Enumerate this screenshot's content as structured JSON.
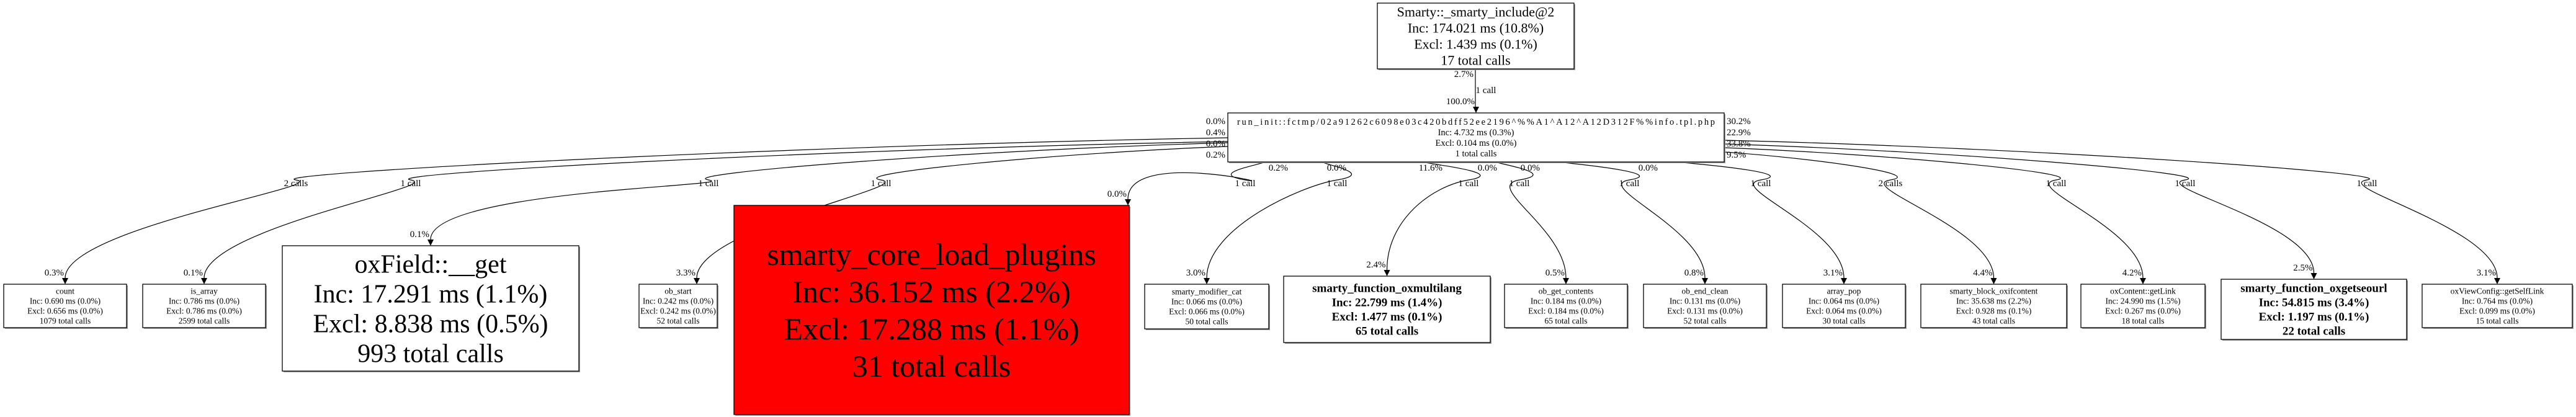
{
  "graph": {
    "nodes": [
      {
        "id": "smarty_include",
        "name": "Smarty::_smarty_include@2",
        "inc": "Inc: 174.021 ms (10.8%)",
        "excl": "Excl: 1.439 ms (0.1%)",
        "calls": "17 total calls"
      },
      {
        "id": "run_init",
        "name": "run_init::fctmp/02a91262c6098e03c420bdff52ee2196^%%A1^A12^A12D312F%%info.tpl.php",
        "inc": "Inc: 4.732 ms (0.3%)",
        "excl": "Excl: 0.104 ms (0.0%)",
        "calls": "1 total calls"
      },
      {
        "id": "count",
        "name": "count",
        "inc": "Inc: 0.690 ms (0.0%)",
        "excl": "Excl: 0.656 ms (0.0%)",
        "calls": "1079 total calls"
      },
      {
        "id": "is_array",
        "name": "is_array",
        "inc": "Inc: 0.786 ms (0.0%)",
        "excl": "Excl: 0.786 ms (0.0%)",
        "calls": "2599 total calls"
      },
      {
        "id": "oxfield_get",
        "name": "oxField::__get",
        "inc": "Inc: 17.291 ms (1.1%)",
        "excl": "Excl: 8.838 ms (0.5%)",
        "calls": "993 total calls"
      },
      {
        "id": "ob_start",
        "name": "ob_start",
        "inc": "Inc: 0.242 ms (0.0%)",
        "excl": "Excl: 0.242 ms (0.0%)",
        "calls": "52 total calls"
      },
      {
        "id": "load_plugins",
        "name": "smarty_core_load_plugins",
        "inc": "Inc: 36.152 ms (2.2%)",
        "excl": "Excl: 17.288 ms (1.1%)",
        "calls": "31 total calls"
      },
      {
        "id": "modifier_cat",
        "name": "smarty_modifier_cat",
        "inc": "Inc: 0.066 ms (0.0%)",
        "excl": "Excl: 0.066 ms (0.0%)",
        "calls": "50 total calls"
      },
      {
        "id": "oxmultilang",
        "name": "smarty_function_oxmultilang",
        "inc": "Inc: 22.799 ms (1.4%)",
        "excl": "Excl: 1.477 ms (0.1%)",
        "calls": "65 total calls"
      },
      {
        "id": "ob_get_contents",
        "name": "ob_get_contents",
        "inc": "Inc: 0.184 ms (0.0%)",
        "excl": "Excl: 0.184 ms (0.0%)",
        "calls": "65 total calls"
      },
      {
        "id": "ob_end_clean",
        "name": "ob_end_clean",
        "inc": "Inc: 0.131 ms (0.0%)",
        "excl": "Excl: 0.131 ms (0.0%)",
        "calls": "52 total calls"
      },
      {
        "id": "array_pop",
        "name": "array_pop",
        "inc": "Inc: 0.064 ms (0.0%)",
        "excl": "Excl: 0.064 ms (0.0%)",
        "calls": "30 total calls"
      },
      {
        "id": "oxifcontent",
        "name": "smarty_block_oxifcontent",
        "inc": "Inc: 35.638 ms (2.2%)",
        "excl": "Excl: 0.928 ms (0.1%)",
        "calls": "43 total calls"
      },
      {
        "id": "getlink",
        "name": "oxContent::getLink",
        "inc": "Inc: 24.990 ms (1.5%)",
        "excl": "Excl: 0.267 ms (0.0%)",
        "calls": "18 total calls"
      },
      {
        "id": "oxgetseourl",
        "name": "smarty_function_oxgetseourl",
        "inc": "Inc: 54.815 ms (3.4%)",
        "excl": "Excl: 1.197 ms (0.1%)",
        "calls": "22 total calls"
      },
      {
        "id": "getselflink",
        "name": "oxViewConfig::getSelfLink",
        "inc": "Inc: 0.764 ms (0.0%)",
        "excl": "Excl: 0.099 ms (0.0%)",
        "calls": "15 total calls"
      }
    ],
    "edges": [
      {
        "from": 0,
        "to": 1,
        "label": "1 call",
        "tail": "2.7%",
        "head": "100.0%"
      },
      {
        "from": 1,
        "to": 2,
        "label": "2 calls",
        "tail": "0.0%",
        "head": "0.3%"
      },
      {
        "from": 1,
        "to": 3,
        "label": "1 call",
        "tail": "0.4%",
        "head": "0.1%"
      },
      {
        "from": 1,
        "to": 4,
        "label": "1 call",
        "tail": "0.0%",
        "head": "0.1%"
      },
      {
        "from": 1,
        "to": 5,
        "label": "1 call",
        "tail": "0.2%",
        "head": "3.3%"
      },
      {
        "from": 1,
        "to": 6,
        "label": "1 call",
        "tail": "0.2%",
        "head": "0.0%"
      },
      {
        "from": 1,
        "to": 7,
        "label": "1 call",
        "tail": "0.0%",
        "head": "3.0%"
      },
      {
        "from": 1,
        "to": 8,
        "label": "1 call",
        "tail": "11.6%",
        "head": "2.4%"
      },
      {
        "from": 1,
        "to": 9,
        "label": "1 call",
        "tail": "0.0%",
        "head": "0.5%"
      },
      {
        "from": 1,
        "to": 10,
        "label": "1 call",
        "tail": "0.0%",
        "head": "0.8%"
      },
      {
        "from": 1,
        "to": 11,
        "label": "1 call",
        "tail": "0.0%",
        "head": "3.1%"
      },
      {
        "from": 1,
        "to": 12,
        "label": "2 calls",
        "tail": "9.5%",
        "head": "4.4%"
      },
      {
        "from": 1,
        "to": 13,
        "label": "1 call",
        "tail": "33.8%",
        "head": "4.2%"
      },
      {
        "from": 1,
        "to": 14,
        "label": "1 call",
        "tail": "22.9%",
        "head": "2.5%"
      },
      {
        "from": 1,
        "to": 15,
        "label": "1 call",
        "tail": "30.2%",
        "head": "3.1%"
      }
    ],
    "colors": {
      "hot_node": "#ff0000",
      "node": "#ffffff",
      "edge": "#000000"
    },
    "hot_node_index": 6
  }
}
